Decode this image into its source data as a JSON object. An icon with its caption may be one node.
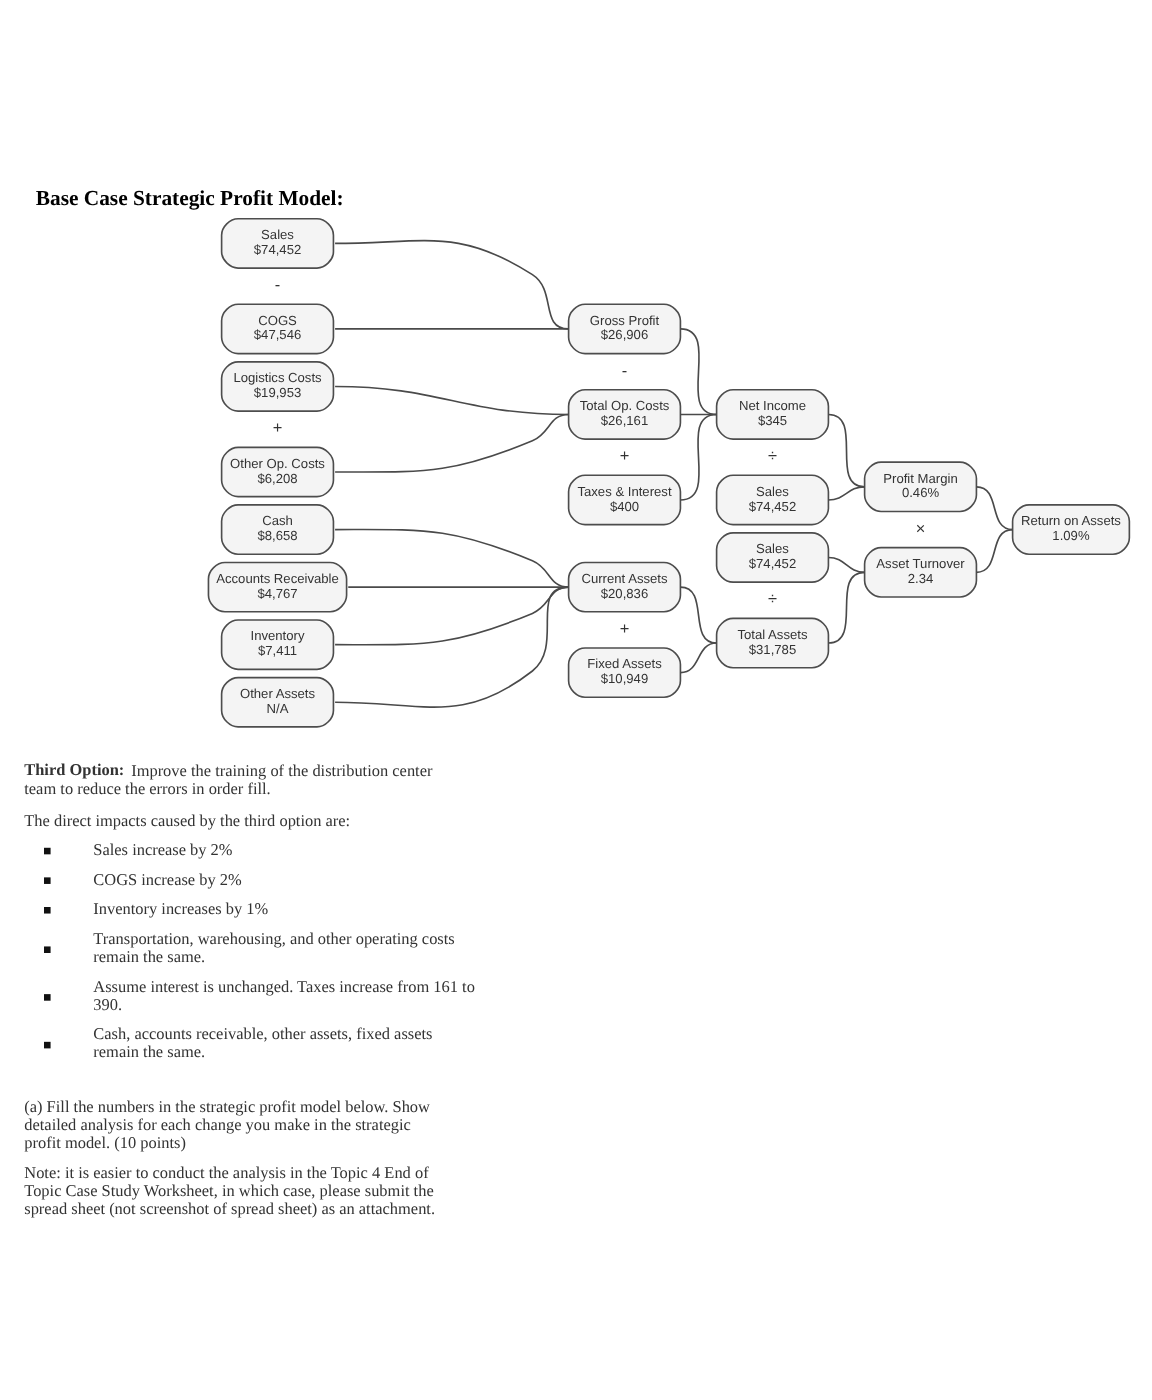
{
  "diagram": {
    "title": "Base Case Strategic Profit Model:",
    "nodes": [
      {
        "text": [
          "Sales",
          "$74,452"
        ]
      },
      {
        "text": [
          "COGS",
          "$47,546"
        ]
      },
      {
        "text": [
          "Logistics Costs",
          "$19,953"
        ]
      },
      {
        "text": [
          "Other Op. Costs",
          "$6,208"
        ]
      },
      {
        "text": [
          "Cash",
          "$8,658"
        ]
      },
      {
        "text": [
          "Accounts Receivable",
          "$4,767"
        ]
      },
      {
        "text": [
          "Inventory",
          "$7,411"
        ]
      },
      {
        "text": [
          "Other Assets",
          "N/A"
        ]
      },
      {
        "text": [
          "Gross Profit",
          "$26,906"
        ]
      },
      {
        "text": [
          "Total Op. Costs",
          "$26,161"
        ]
      },
      {
        "text": [
          "Taxes & Interest",
          "$400"
        ]
      },
      {
        "text": [
          "Current Assets",
          "$20,836"
        ]
      },
      {
        "text": [
          "Fixed Assets",
          "$10,949"
        ]
      },
      {
        "text": [
          "Net Income",
          "$345"
        ]
      },
      {
        "text": [
          "Sales",
          "$74,452"
        ]
      },
      {
        "text": [
          "Sales",
          "$74,452"
        ]
      },
      {
        "text": [
          "Total Assets",
          "$31,785"
        ]
      },
      {
        "text": [
          "Profit Margin",
          "0.46%"
        ]
      },
      {
        "text": [
          "Asset Turnover",
          "2.34"
        ]
      },
      {
        "text": [
          "Return on Assets",
          "1.09%"
        ]
      }
    ],
    "edges": [
      {
        "from": 0,
        "to": 8,
        "arrow": "none"
      },
      {
        "from": 1,
        "to": 8,
        "arrow": "none"
      },
      {
        "from": 2,
        "to": 9,
        "arrow": "none"
      },
      {
        "from": 3,
        "to": 9,
        "arrow": "none"
      },
      {
        "from": 4,
        "to": 11,
        "arrow": "none"
      },
      {
        "from": 5,
        "to": 11,
        "arrow": "none"
      },
      {
        "from": 6,
        "to": 11,
        "arrow": "none"
      },
      {
        "from": 7,
        "to": 11,
        "arrow": "none"
      },
      {
        "from": 8,
        "to": 13,
        "arrow": "none"
      },
      {
        "from": 9,
        "to": 13,
        "arrow": "none"
      },
      {
        "from": 10,
        "to": 13,
        "arrow": "none"
      },
      {
        "from": 11,
        "to": 16,
        "arrow": "none"
      },
      {
        "from": 12,
        "to": 16,
        "arrow": "none"
      },
      {
        "from": 13,
        "to": 17,
        "arrow": "none"
      },
      {
        "from": 14,
        "to": 17,
        "arrow": "none"
      },
      {
        "from": 15,
        "to": 18,
        "arrow": "none"
      },
      {
        "from": 16,
        "to": 18,
        "arrow": "none"
      },
      {
        "from": 17,
        "to": 19,
        "arrow": "none"
      },
      {
        "from": 18,
        "to": 19,
        "arrow": "none"
      }
    ],
    "labels": [
      "-",
      "-",
      "÷",
      "+",
      "+",
      "×",
      "÷",
      "+",
      "**Third Option:** Improve the training of the distribution center team to reduce the errors in order fill.",
      "The direct impacts caused by the third option are:",
      "Sales increase by 2%",
      "COGS increase by 2%",
      "Inventory increases by 1%",
      "Transportation, warehousing, and other operating costs remain the same.",
      "Assume interest is unchanged. Taxes increase from 161 to 390.",
      "Cash, accounts receivable, other assets, fixed assets remain the same.",
      "(a) Fill the numbers in the strategic profit model below. Show detailed analysis for each change you make in the strategic profit model. (10 points)",
      "Note: it is easier to conduct the analysis in the Topic 4 End of Topic Case Study Worksheet, in which case, please submit the spread sheet (not screenshot of spread sheet) as an attachment."
    ]
  }
}
